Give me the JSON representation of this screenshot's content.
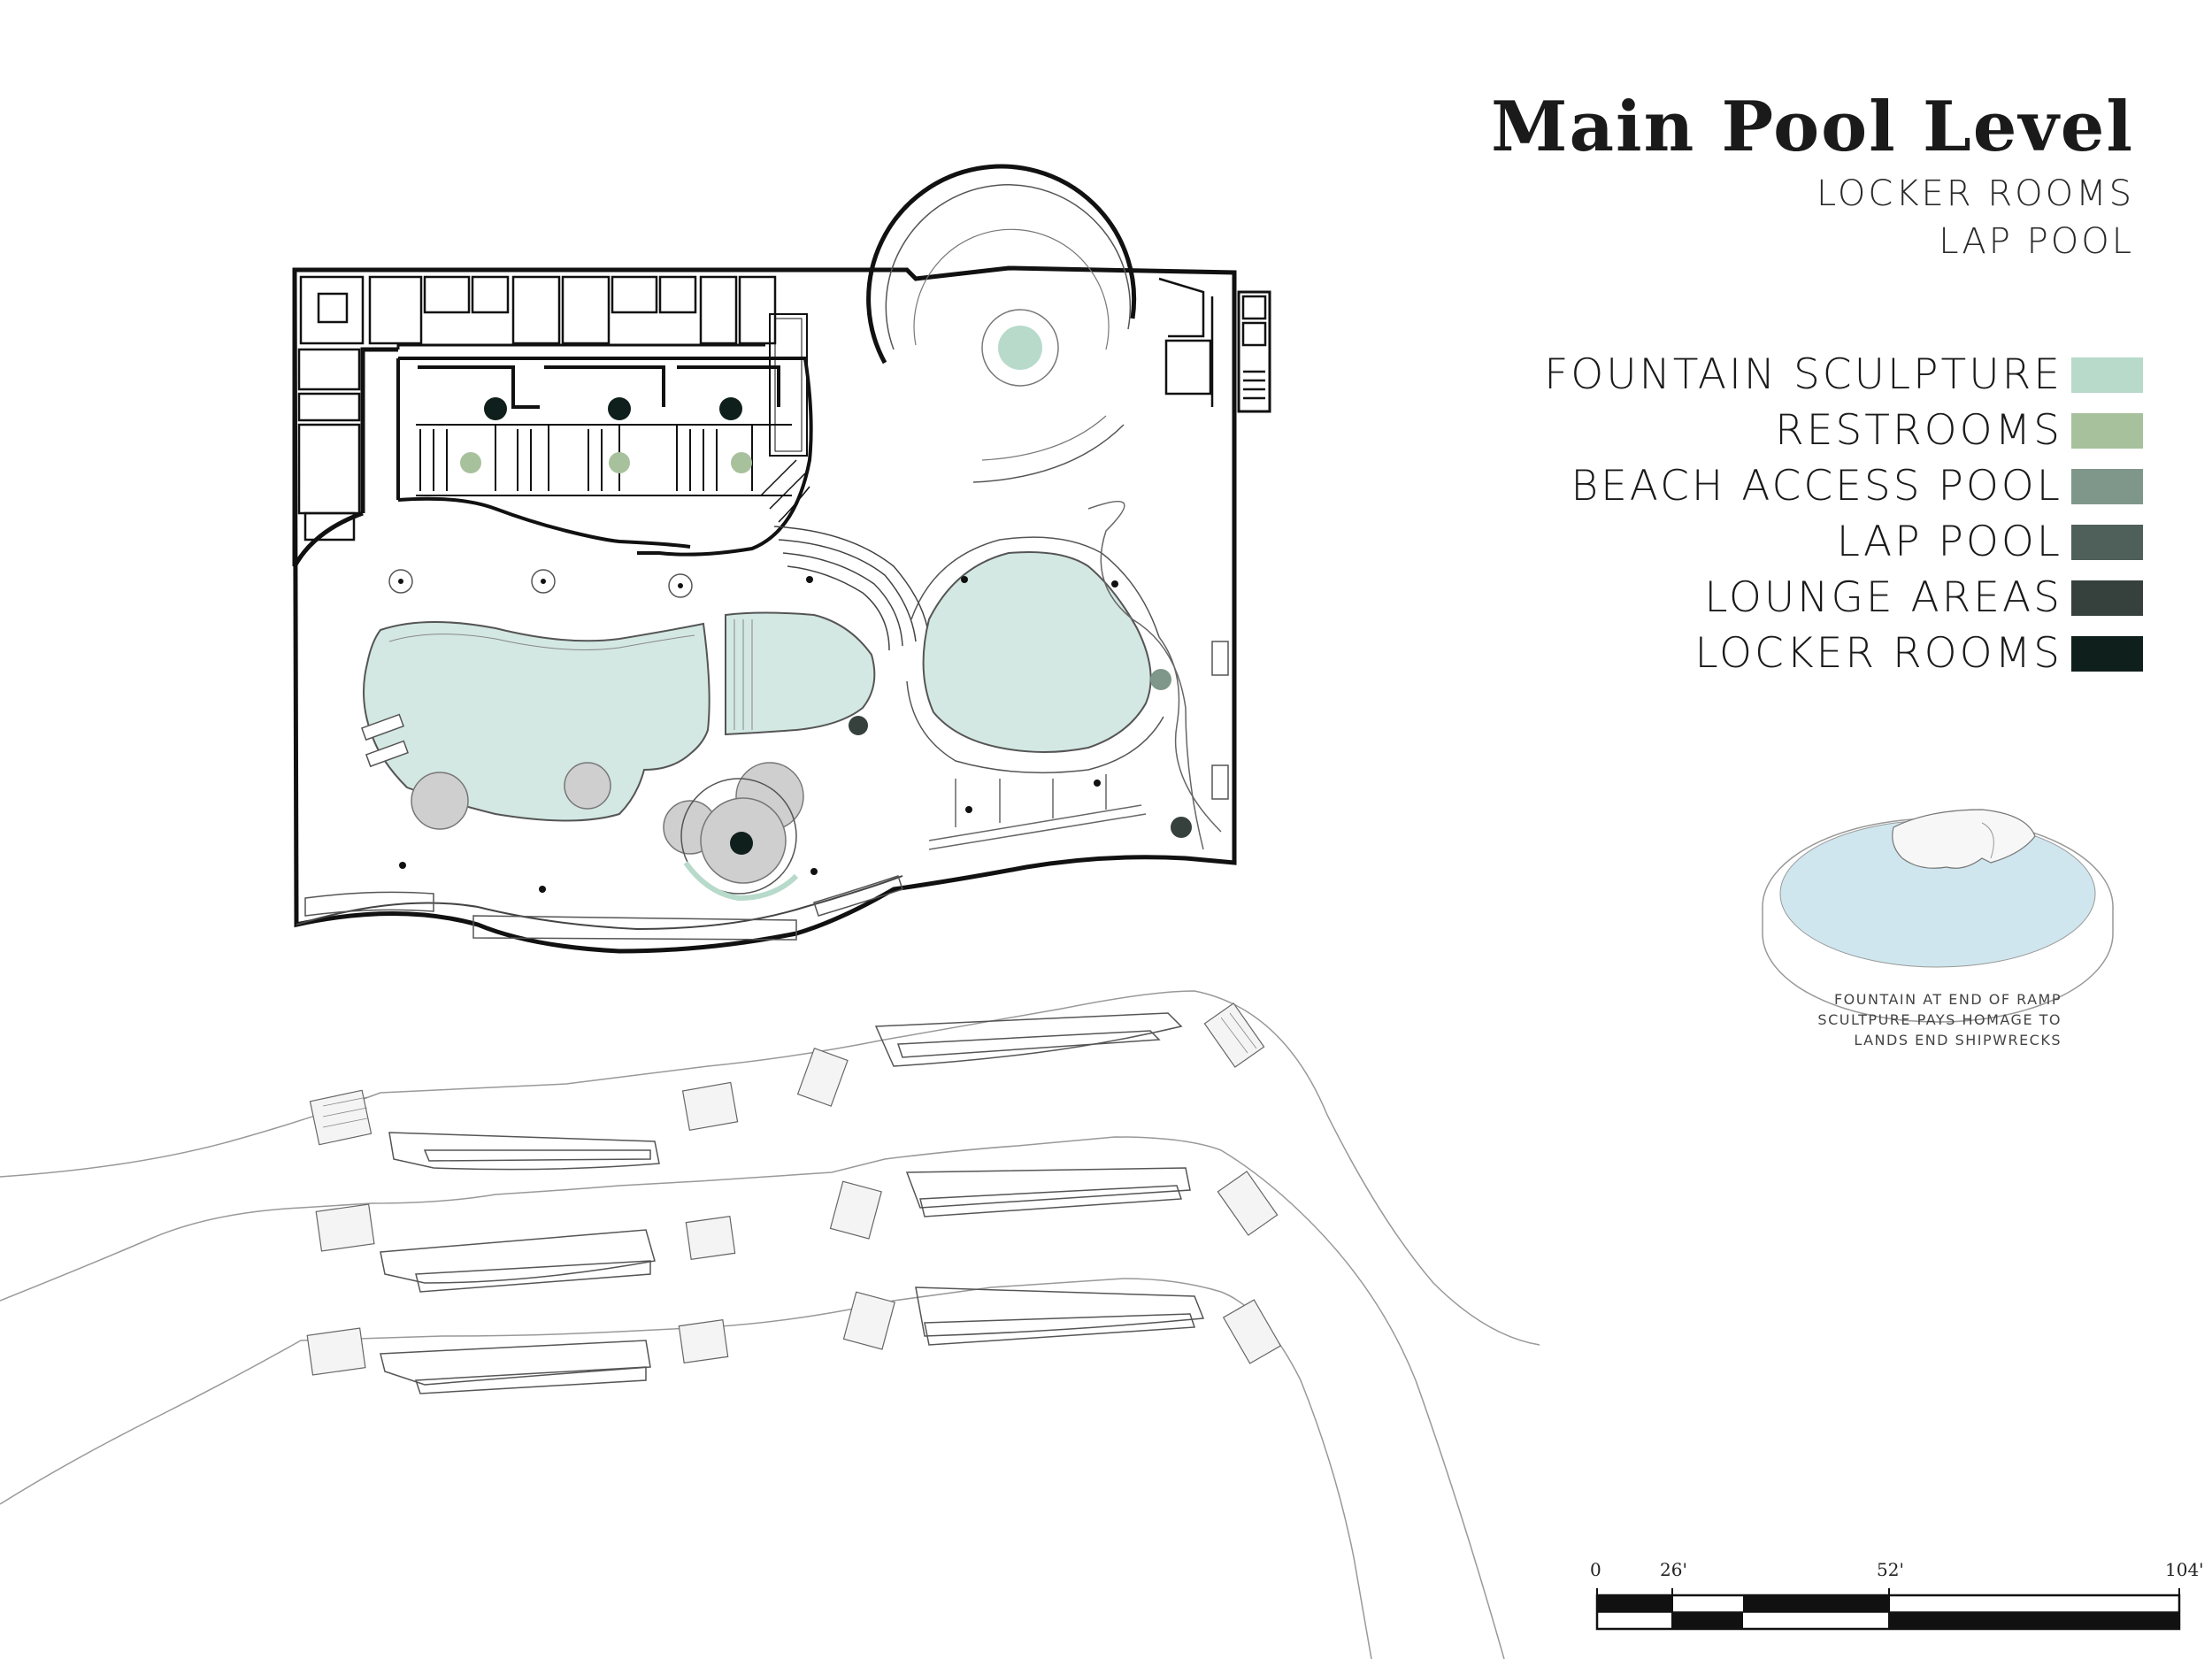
{
  "title": "Main Pool Level",
  "subtitle_lines": [
    "LOCKER ROOMS",
    "LAP POOL"
  ],
  "legend": [
    {
      "label": "FOUNTAIN SCULPTURE",
      "color": "#b7dacb"
    },
    {
      "label": "RESTROOMS",
      "color": "#a7c19d"
    },
    {
      "label": "BEACH ACCESS POOL",
      "color": "#7f978a"
    },
    {
      "label": "LAP POOL",
      "color": "#4f5f59"
    },
    {
      "label": "LOUNGE AREAS",
      "color": "#36413e"
    },
    {
      "label": "LOCKER ROOMS",
      "color": "#0f1f1b"
    }
  ],
  "fountain_caption": [
    "FOUNTAIN AT END OF RAMP",
    "SCULTPURE PAYS HOMAGE TO",
    "LANDS END SHIPWRECKS"
  ],
  "scale_bar": {
    "labels": [
      "0",
      "26'",
      "52'",
      "104'"
    ]
  },
  "colors": {
    "pool_water": "#d3e8e2",
    "fountain_water": "#cfe6ee",
    "wall": "#111111",
    "line": "#444444"
  }
}
